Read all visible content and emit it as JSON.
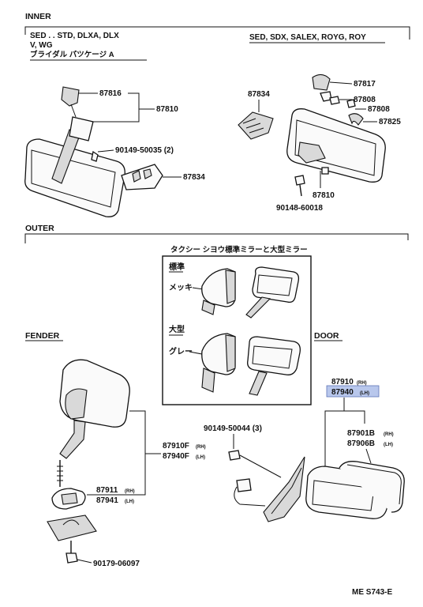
{
  "sections": {
    "inner": "INNER",
    "outer": "OUTER",
    "fender": "FENDER",
    "door": "DOOR"
  },
  "inner_notes": {
    "left_line1": "SED . . STD, DLXA, DLX",
    "left_line2": "V, WG",
    "left_line3": "ブライダル パツケージ A",
    "right_line": "SED, SDX, SALEX, ROYG, ROY"
  },
  "inner_parts": {
    "p87816": "87816",
    "p87810_left": "87810",
    "p90149_50035": "90149-50035 (2)",
    "p87834_left": "87834",
    "p87834_right": "87834",
    "p87817": "87817",
    "p87808_a": "87808",
    "p87808_b": "87808",
    "p87825": "87825",
    "p87810_right": "87810",
    "p90148_60018": "90148-60018"
  },
  "outer_box": {
    "title": "タクシー シヨウ標準ミラーと大型ミラー",
    "standard_tag": "標準",
    "standard_finish": "メッキ",
    "large_tag": "大型",
    "large_finish": "グレー"
  },
  "fender_parts": {
    "p87910F": "87910F",
    "p87910F_side": "(RH)",
    "p87940F": "87940F",
    "p87940F_side": "(LH)",
    "p87911": "87911",
    "p87911_side": "(RH)",
    "p87941": "87941",
    "p87941_side": "(LH)",
    "p90179_06097": "90179-06097"
  },
  "door_parts": {
    "p87910": "87910",
    "p87910_side": "(RH)",
    "p87940": "87940",
    "p87940_side": "(LH)",
    "p90149_50044": "90149-50044 (3)",
    "p87901B": "87901B",
    "p87901B_side": "(RH)",
    "p87906B": "87906B",
    "p87906B_side": "(LH)"
  },
  "highlight_color": "#b8c7ec",
  "footer_code": "ME S743-E"
}
